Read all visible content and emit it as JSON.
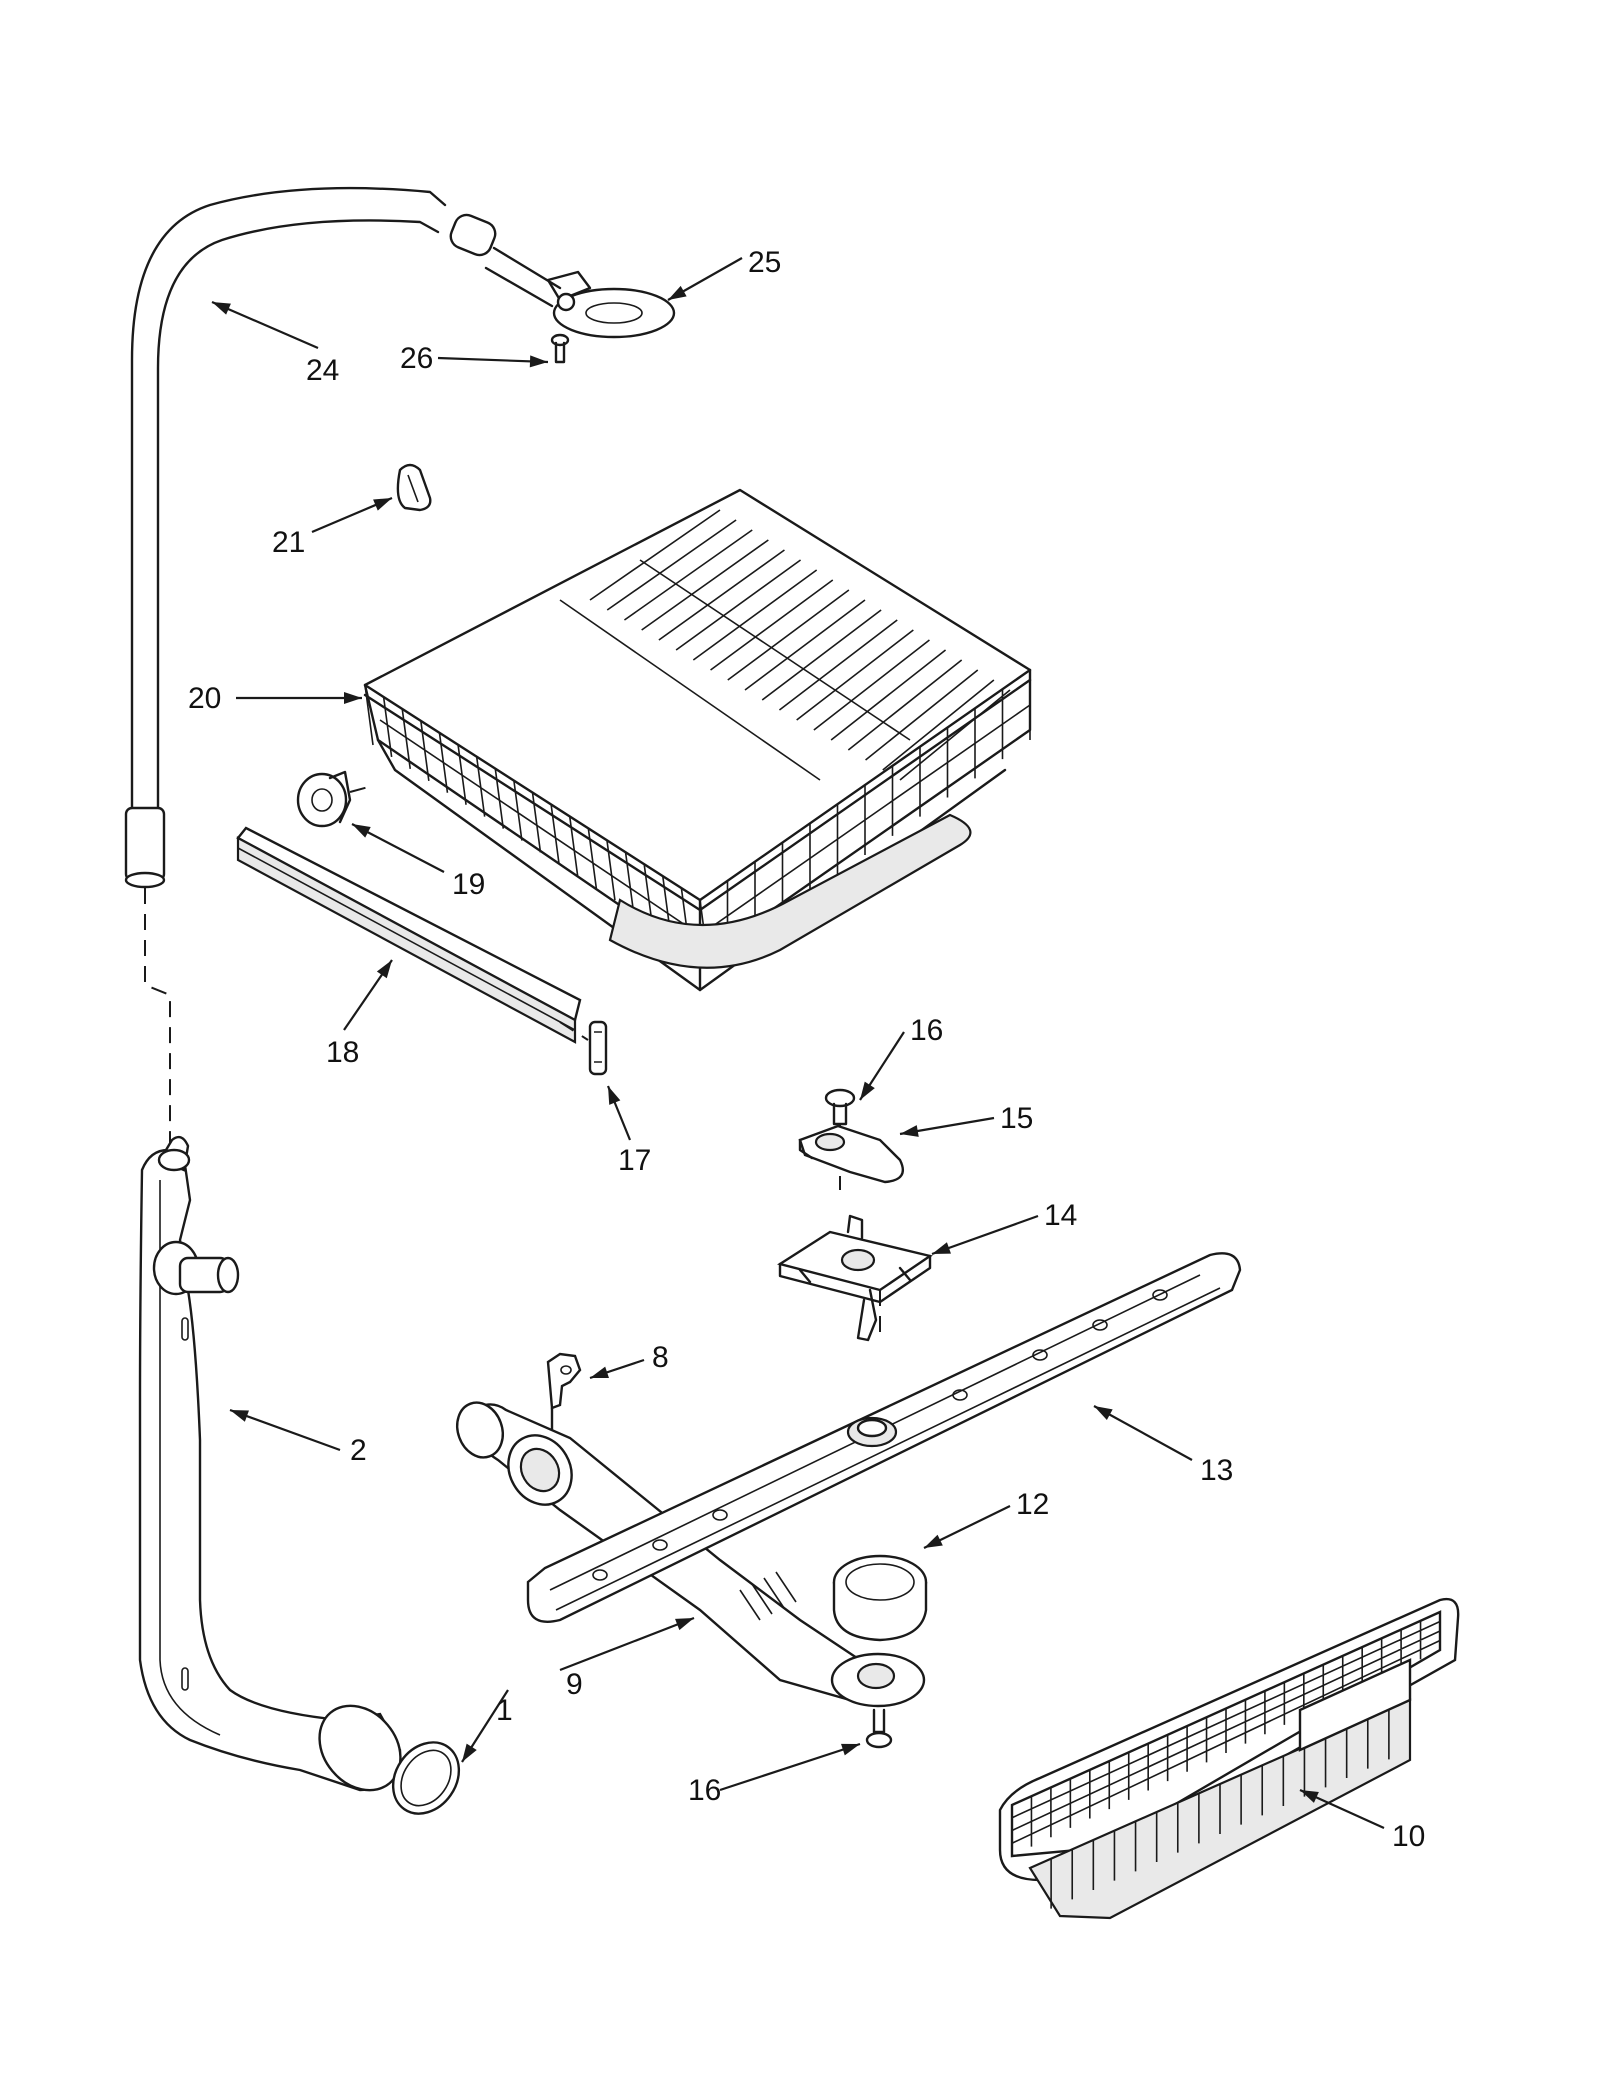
{
  "callouts": [
    {
      "id": "c1",
      "text": "1"
    },
    {
      "id": "c2",
      "text": "2"
    },
    {
      "id": "c8",
      "text": "8"
    },
    {
      "id": "c9",
      "text": "9"
    },
    {
      "id": "c10",
      "text": "10"
    },
    {
      "id": "c12",
      "text": "12"
    },
    {
      "id": "c13",
      "text": "13"
    },
    {
      "id": "c14",
      "text": "14"
    },
    {
      "id": "c15",
      "text": "15"
    },
    {
      "id": "c16a",
      "text": "16"
    },
    {
      "id": "c16b",
      "text": "16"
    },
    {
      "id": "c17",
      "text": "17"
    },
    {
      "id": "c18",
      "text": "18"
    },
    {
      "id": "c19",
      "text": "19"
    },
    {
      "id": "c20",
      "text": "20"
    },
    {
      "id": "c21",
      "text": "21"
    },
    {
      "id": "c24",
      "text": "24"
    },
    {
      "id": "c25",
      "text": "25"
    },
    {
      "id": "c26",
      "text": "26"
    }
  ]
}
